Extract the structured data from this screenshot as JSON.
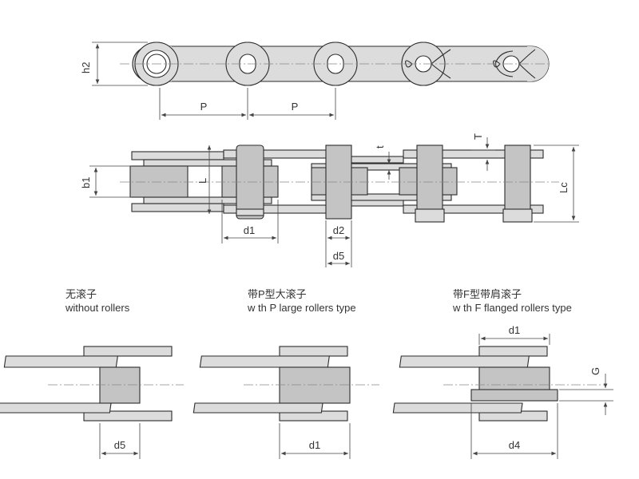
{
  "labels": {
    "h2": "h2",
    "P_left": "P",
    "P_right": "P",
    "b1": "b1",
    "L": "L",
    "t": "t",
    "T": "T",
    "Lc": "Lc",
    "d1": "d1",
    "d2": "d2",
    "d5": "d5",
    "bottom_d5": "d5",
    "bottom_d1": "d1",
    "bottom_top_d1": "d1",
    "G": "G",
    "bottom_d4": "d4"
  },
  "captions": {
    "without_rollers": {
      "cn": "无滚子",
      "en": "without rollers"
    },
    "large_rollers": {
      "cn": "带P型大滚子",
      "en": "w th P  large rollers type"
    },
    "flanged_rollers": {
      "cn": "带F型带肩滚子",
      "en": "w th F flanged rollers type"
    }
  },
  "colors": {
    "plate_fill": "#dcdcdc",
    "roller_fill": "#c4c4c4",
    "outline": "#2b2b2b",
    "dim_line": "#444444",
    "text": "#333333"
  }
}
